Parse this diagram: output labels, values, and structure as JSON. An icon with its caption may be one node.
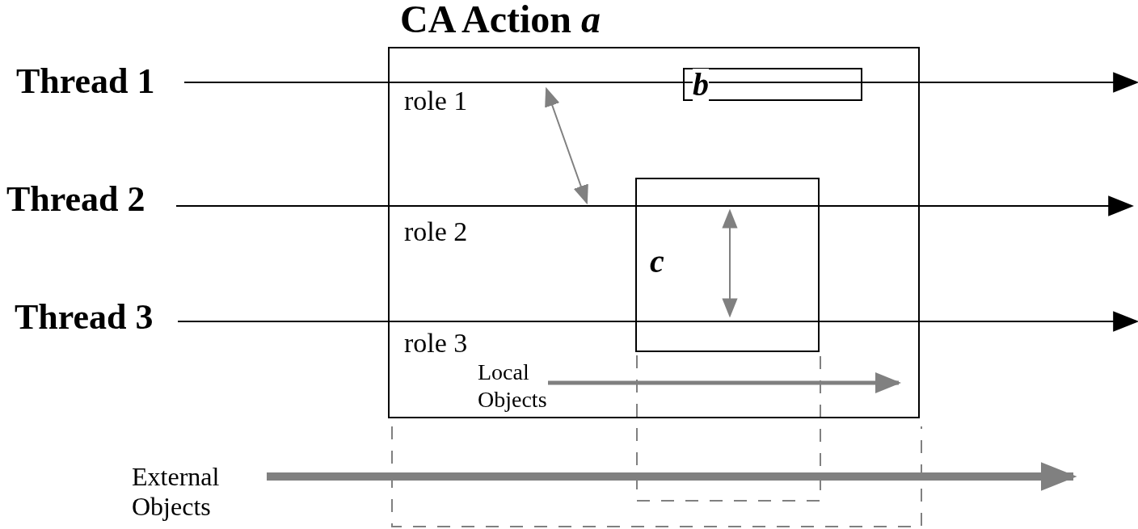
{
  "diagram": {
    "nodes": [
      {
        "text": [
          "CA Action *a*"
        ]
      },
      {
        "text": [
          "Thread 1"
        ]
      },
      {
        "text": [
          "Thread 2"
        ]
      },
      {
        "text": [
          "Thread 3"
        ]
      },
      {
        "text": [
          "role 1"
        ],
        "in": 0
      },
      {
        "text": [
          "b"
        ],
        "in": 0
      },
      {
        "text": [
          "role 2"
        ],
        "in": 0
      },
      {
        "text": [
          "c"
        ],
        "in": 0
      },
      {
        "text": [
          "role 3"
        ],
        "in": 0
      },
      {
        "text": [
          "Local Objects"
        ],
        "in": 0
      },
      {
        "text": [
          "External Objects"
        ]
      }
    ],
    "edges": [
      {
        "from": 1,
        "to": null,
        "arrow": "to",
        "color": "#000000"
      },
      {
        "from": 2,
        "to": null,
        "arrow": "to",
        "color": "#000000"
      },
      {
        "from": 3,
        "to": null,
        "arrow": "to",
        "color": "#000000"
      },
      {
        "from": 9,
        "to": null,
        "arrow": "to",
        "style": "thick",
        "color": "#808080"
      },
      {
        "from": 10,
        "to": null,
        "arrow": "to",
        "style": "thick",
        "color": "#808080"
      }
    ]
  }
}
